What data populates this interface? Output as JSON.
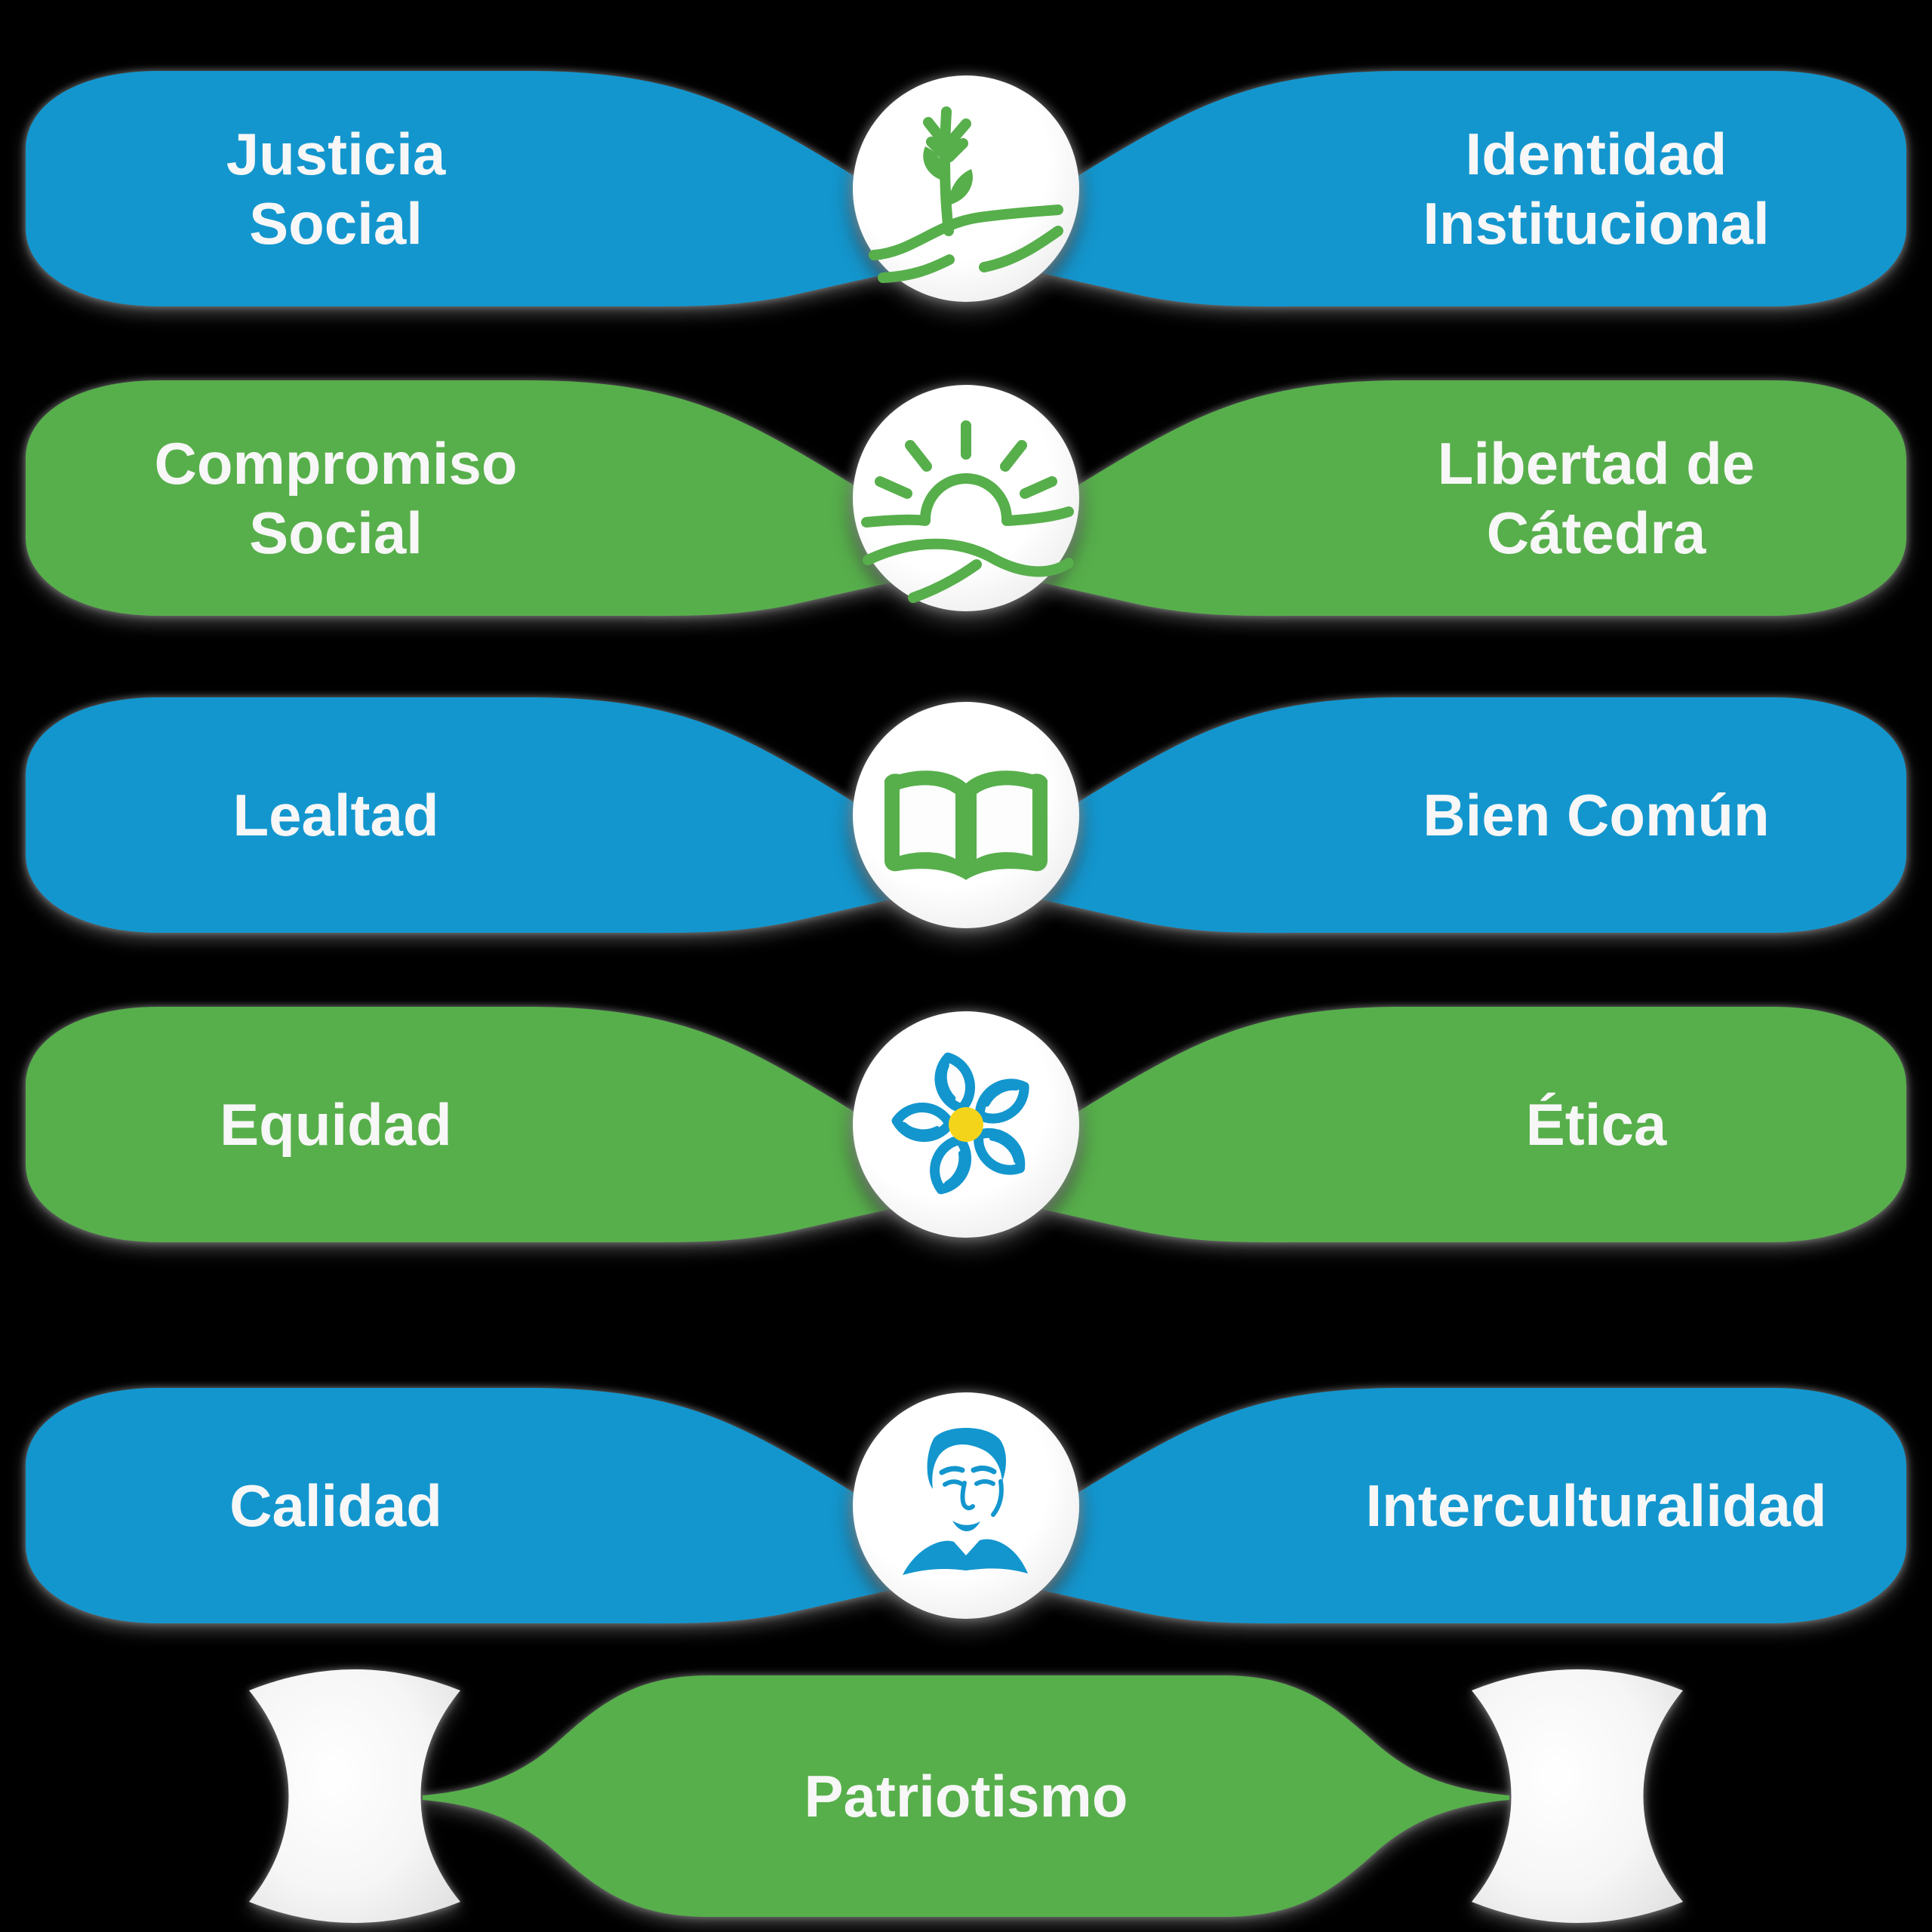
{
  "colors": {
    "blue": "#1396CE",
    "green": "#57AF4B",
    "yellow": "#F3D41B",
    "text": "#F7F7F7",
    "circle": "#FFFFFF",
    "background": "#000000"
  },
  "rows": [
    {
      "left": "Justicia Social",
      "right": "Identidad Institucional",
      "icon": "corn-plant-icon",
      "color": "blue"
    },
    {
      "left": "Compromiso Social",
      "right": "Libertad de Cátedra",
      "icon": "sunrise-hills-icon",
      "color": "green"
    },
    {
      "left": "Lealtad",
      "right": "Bien Común",
      "icon": "open-book-icon",
      "color": "blue"
    },
    {
      "left": "Equidad",
      "right": "Ética",
      "icon": "flower-icon",
      "color": "green"
    },
    {
      "left": "Calidad",
      "right": "Interculturalidad",
      "icon": "portrait-icon",
      "color": "blue"
    }
  ],
  "bottom": {
    "label": "Patriotismo",
    "color": "green",
    "icon_left": "blank-spool",
    "icon_right": "blank-spool"
  }
}
